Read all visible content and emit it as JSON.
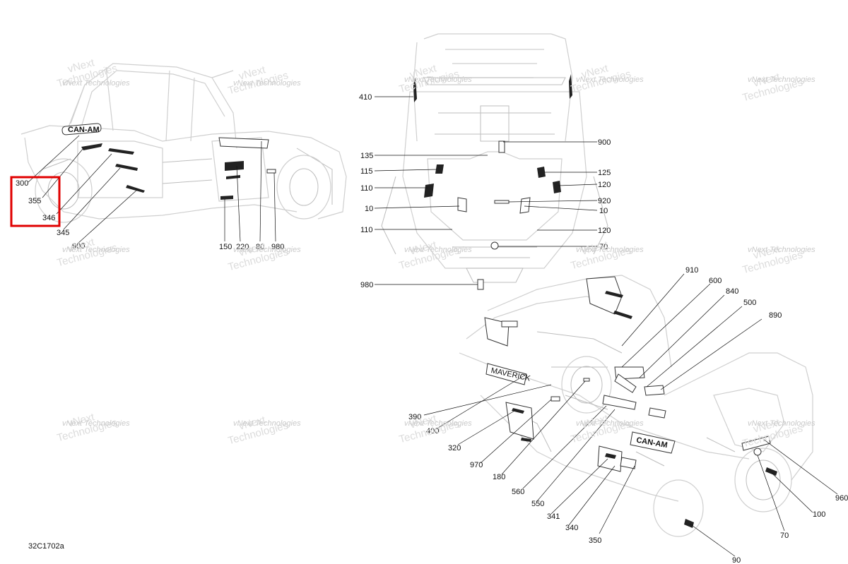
{
  "diagram": {
    "code": "32C1702a",
    "watermark": {
      "line1": "vNext",
      "line2": "Technologies",
      "inline": "vNext Technologies"
    },
    "callouts": {
      "side_view": [
        "300",
        "355",
        "346",
        "345",
        "900",
        "150",
        "220",
        "80",
        "980"
      ],
      "front_view": [
        "410",
        "135",
        "115",
        "110",
        "10",
        "110",
        "980",
        "900",
        "125",
        "120",
        "920",
        "10",
        "120",
        "70"
      ],
      "rear_view": [
        "910",
        "600",
        "840",
        "500",
        "890",
        "390",
        "400",
        "320",
        "970",
        "180",
        "560",
        "550",
        "341",
        "340",
        "350",
        "960",
        "100",
        "70",
        "90"
      ]
    },
    "selection_box": {
      "color": "#e00000"
    }
  }
}
